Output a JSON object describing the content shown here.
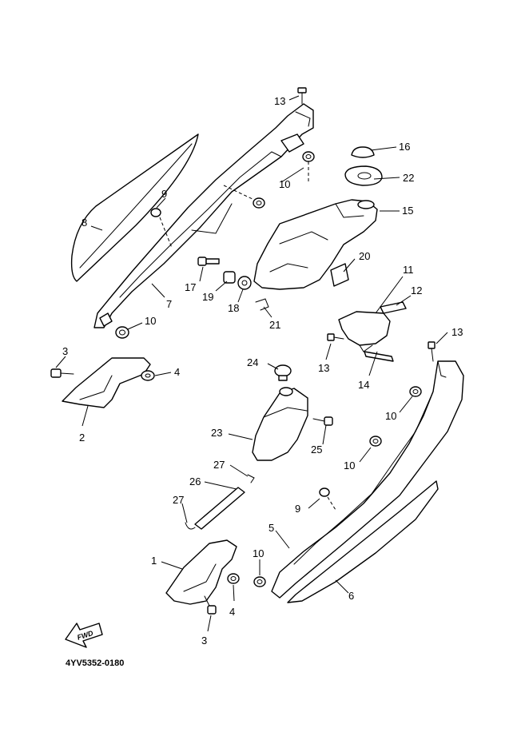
{
  "diagram": {
    "code": "4YV5352-0180",
    "fwd_label": "FWD",
    "callouts": {
      "c1": "1",
      "c2": "2",
      "c3a": "3",
      "c3b": "3",
      "c4a": "4",
      "c4b": "4",
      "c5": "5",
      "c6": "6",
      "c7": "7",
      "c8": "8",
      "c9a": "9",
      "c9b": "9",
      "c10a": "10",
      "c10b": "10",
      "c10c": "10",
      "c10d": "10",
      "c10e": "10",
      "c11": "11",
      "c12": "12",
      "c13a": "13",
      "c13b": "13",
      "c13c": "13",
      "c14": "14",
      "c15": "15",
      "c16": "16",
      "c17": "17",
      "c18": "18",
      "c19": "19",
      "c20": "20",
      "c21": "21",
      "c22": "22",
      "c23": "23",
      "c24": "24",
      "c25": "25",
      "c26": "26",
      "c27a": "27",
      "c27b": "27"
    }
  }
}
